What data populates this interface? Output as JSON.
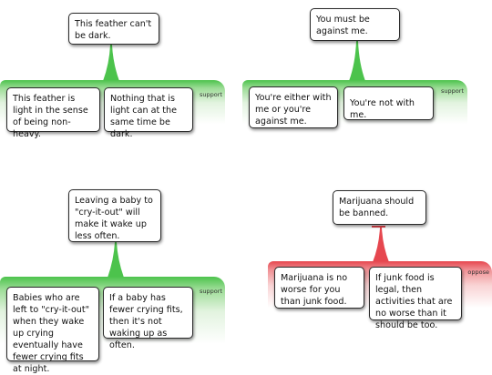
{
  "colors": {
    "support": "#4cc34c",
    "oppose": "#e6474f",
    "box_border": "#2a2a2a"
  },
  "arguments": [
    {
      "claim": "This feather can't be dark.",
      "relation": "support",
      "premises": [
        "This feather is light in the sense of being non-heavy.",
        "Nothing that is light can at the same time be dark."
      ]
    },
    {
      "claim": "You must be against me.",
      "relation": "support",
      "premises": [
        "You're either with me or you're against me.",
        "You're not with me."
      ]
    },
    {
      "claim": "Leaving a baby to \"cry-it-out\" will make it wake up less often.",
      "relation": "support",
      "premises": [
        "Babies who are left to \"cry-it-out\" when they wake up crying eventually have fewer crying fits at night.",
        "If a baby has fewer crying fits, then it's not waking up as often."
      ]
    },
    {
      "claim": "Marijuana should be banned.",
      "relation": "oppose",
      "premises": [
        "Marijuana is no worse for you than junk food.",
        "If junk food is legal, then activities that are no worse than it should be too."
      ]
    }
  ]
}
